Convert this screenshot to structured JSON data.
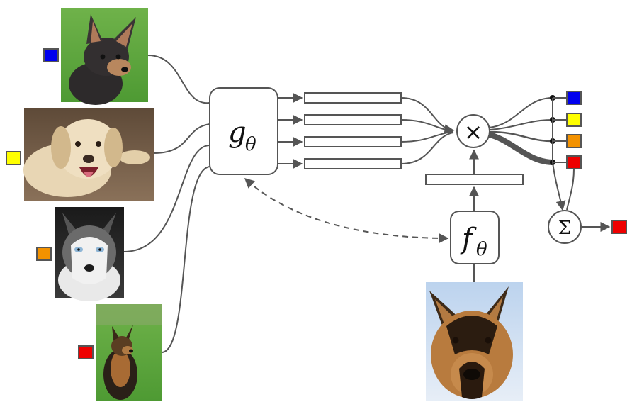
{
  "embed_support": {
    "label": "g",
    "subscript": "θ"
  },
  "embed_query": {
    "label": "f",
    "subscript": "θ"
  },
  "product_symbol": "×",
  "sum_symbol": "Σ",
  "support_images": [
    {
      "subject": "chihuahua"
    },
    {
      "subject": "labrador"
    },
    {
      "subject": "husky"
    },
    {
      "subject": "german-shepherd"
    }
  ],
  "query_image": {
    "subject": "german-shepherd-portrait"
  },
  "colors": {
    "class_1": "#0000ee",
    "class_2": "#ffff00",
    "class_3": "#f39200",
    "class_4": "#ee0000",
    "stroke": "#555555"
  }
}
